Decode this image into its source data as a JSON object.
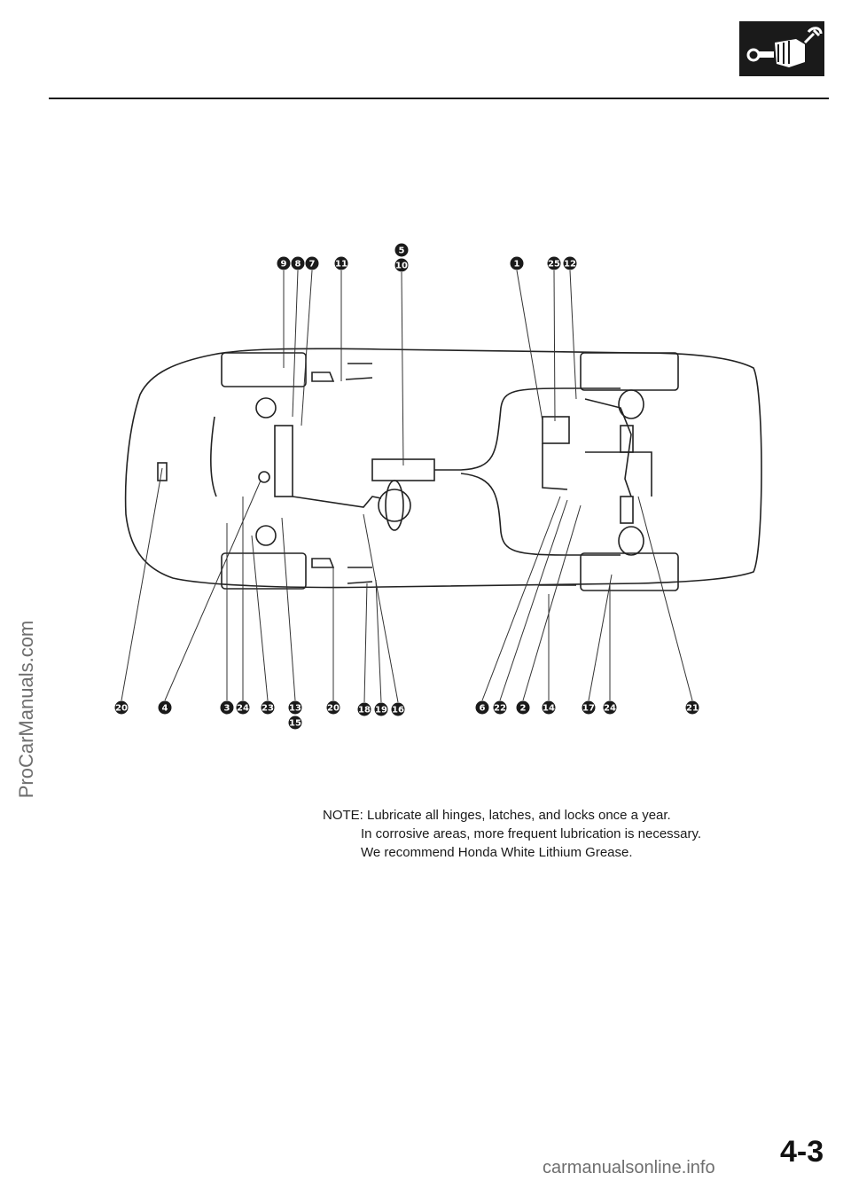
{
  "badge": {
    "icon": "service-tool-fist-icon",
    "color": "#1a1a1a"
  },
  "watermark": {
    "text": "ProCarManuals.com"
  },
  "diagram": {
    "callouts_top": [
      "9",
      "8",
      "7",
      "11",
      "5",
      "10",
      "1",
      "25",
      "12"
    ],
    "callouts_bottom": [
      "20",
      "4",
      "3",
      "24",
      "23",
      "13",
      "15",
      "20",
      "18",
      "19",
      "16",
      "6",
      "22",
      "2",
      "14",
      "17",
      "24",
      "21"
    ]
  },
  "note": {
    "line1": "NOTE: Lubricate all hinges, latches, and locks once a year.",
    "line2": "In corrosive areas, more frequent lubrication is necessary.",
    "line3": "We recommend Honda White Lithium Grease."
  },
  "footer": {
    "url": "carmanualsonline.info",
    "page_number": "4-3"
  }
}
